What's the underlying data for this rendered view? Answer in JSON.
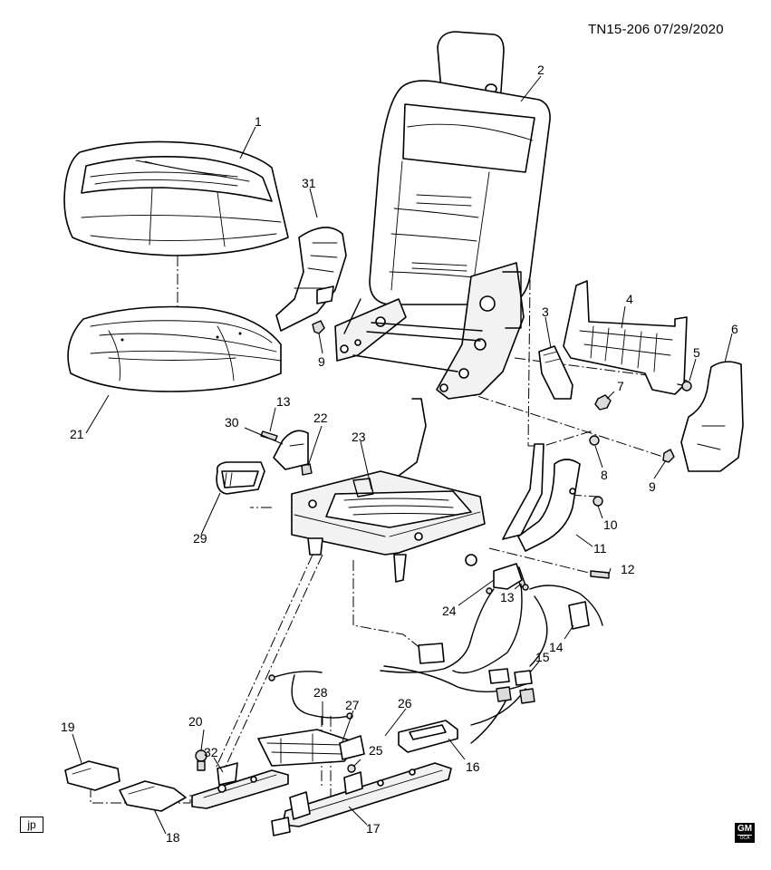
{
  "header": {
    "drawing_id": "TN15-206  07/29/2020"
  },
  "footer": {
    "view_code": "jp",
    "logo_text": "GM",
    "logo_subtext": "OCA"
  },
  "callouts": {
    "c1": "1",
    "c2": "2",
    "c3": "3",
    "c4": "4",
    "c5": "5",
    "c6": "6",
    "c7": "7",
    "c8": "8",
    "c9a": "9",
    "c9b": "9",
    "c10": "10",
    "c11": "11",
    "c12": "12",
    "c13a": "13",
    "c13b": "13",
    "c14": "14",
    "c15": "15",
    "c16": "16",
    "c17": "17",
    "c18": "18",
    "c19": "19",
    "c20": "20",
    "c21": "21",
    "c22": "22",
    "c23": "23",
    "c24": "24",
    "c25": "25",
    "c26": "26",
    "c27": "27",
    "c28": "28",
    "c29": "29",
    "c30": "30",
    "c31": "31",
    "c32": "32"
  }
}
